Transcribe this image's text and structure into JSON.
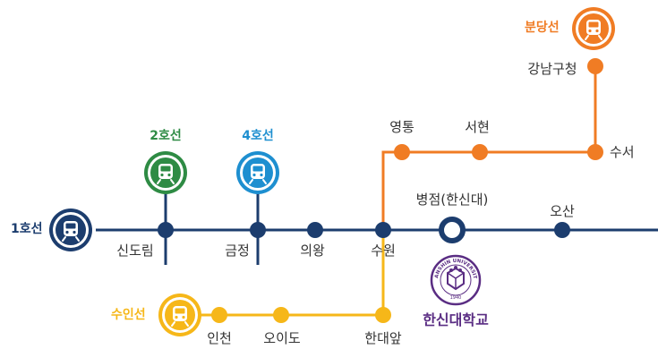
{
  "colors": {
    "line1": "#1c3d6e",
    "line2": "#2e8b44",
    "line4": "#1e8fd0",
    "bundang": "#f07c24",
    "suin": "#f6b719",
    "university": "#5a2d83"
  },
  "lines": {
    "line1": "1호선",
    "line2": "2호선",
    "line4": "4호선",
    "bundang": "분당선",
    "suin": "수인선"
  },
  "stations": {
    "sindorim": "신도림",
    "geumjeong": "금정",
    "uiwang": "의왕",
    "suwon": "수원",
    "byeongjeom": "병점(한신대)",
    "osan": "오산",
    "yeongtong": "영통",
    "seohyeon": "서현",
    "suseo": "수서",
    "gangnamgucheong": "강남구청",
    "incheon": "인천",
    "oido": "오이도",
    "handaeap": "한대앞"
  },
  "university": {
    "name": "한신대학교",
    "seal_text": "HANSHIN UNIVERSITY",
    "seal_year": "1940"
  },
  "icons": {
    "train": "train-icon",
    "seal": "university-seal-icon"
  }
}
